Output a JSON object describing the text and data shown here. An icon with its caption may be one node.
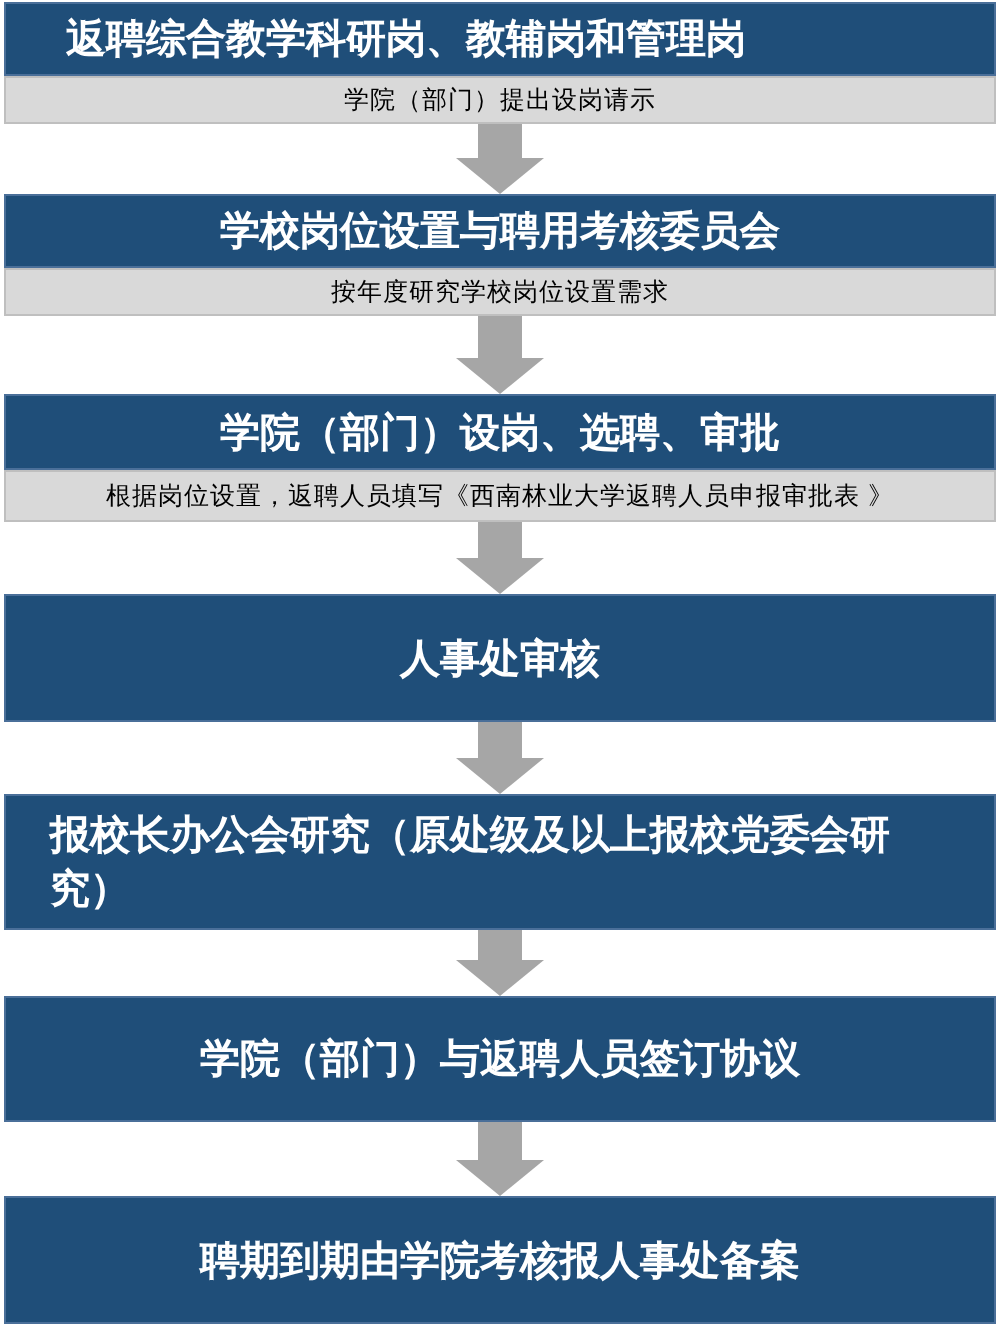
{
  "diagram": {
    "nodes": [
      {
        "text": [
          "返聘综合教学科研岗、教辅岗和管理岗"
        ]
      },
      {
        "text": [
          "学院（部门）提出设岗请示"
        ]
      },
      {
        "text": [
          "学校岗位设置与聘用考核委员会"
        ]
      },
      {
        "text": [
          "按年度研究学校岗位设置需求"
        ]
      },
      {
        "text": [
          "学院（部门）设岗、选聘、审批"
        ]
      },
      {
        "text": [
          "根据岗位设置，返聘人员填写《西南林业大学返聘人员申报审批表 》"
        ]
      },
      {
        "text": [
          "人事处审核"
        ]
      },
      {
        "text": [
          "报校长办公会研究（原处级及以上报校党委会研究）"
        ]
      },
      {
        "text": [
          "学院（部门）与返聘人员签订协议"
        ]
      },
      {
        "text": [
          "聘期到期由学院考核报人事处备案"
        ]
      }
    ],
    "edges": [
      {
        "from": 1,
        "to": 2,
        "arrow": "to"
      },
      {
        "from": 3,
        "to": 4,
        "arrow": "to"
      },
      {
        "from": 5,
        "to": 6,
        "arrow": "to"
      },
      {
        "from": 6,
        "to": 7,
        "arrow": "to"
      },
      {
        "from": 7,
        "to": 8,
        "arrow": "to"
      },
      {
        "from": 8,
        "to": 9,
        "arrow": "to"
      }
    ]
  }
}
